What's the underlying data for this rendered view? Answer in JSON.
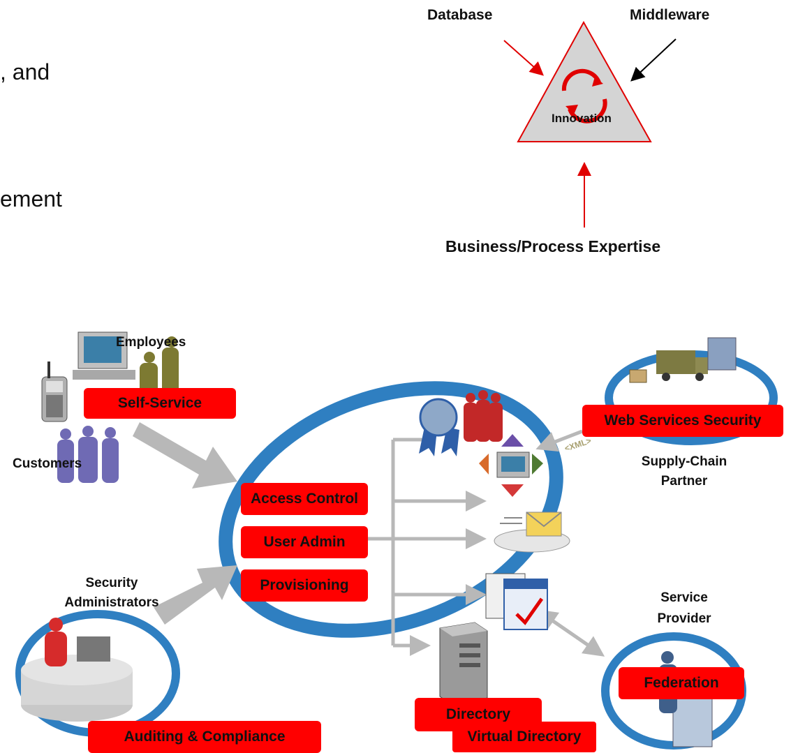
{
  "slide_fragments": {
    "line1": ", and",
    "line2": "ement"
  },
  "triangle": {
    "database": "Database",
    "middleware": "Middleware",
    "center": "Innovation",
    "bottom": "Business/Process Expertise"
  },
  "actors": {
    "employees": "Employees",
    "customers": "Customers",
    "security_admins_line1": "Security",
    "security_admins_line2": "Administrators",
    "supply_chain_line1": "Supply-Chain",
    "supply_chain_line2": "Partner",
    "service_provider_line1": "Service",
    "service_provider_line2": "Provider",
    "xml_tag": "<XML>"
  },
  "boxes": {
    "self_service": "Self-Service",
    "access_control": "Access Control",
    "user_admin": "User Admin",
    "provisioning": "Provisioning",
    "web_services_security": "Web Services Security",
    "federation": "Federation",
    "directory": "Directory",
    "virtual_directory": "Virtual Directory",
    "auditing": "Auditing & Compliance"
  },
  "colors": {
    "accent_red": "#ff0000",
    "ring_blue": "#2f7fc1",
    "arrow_gray": "#b8b8b8",
    "triangle_fill": "#d4d4d4"
  }
}
